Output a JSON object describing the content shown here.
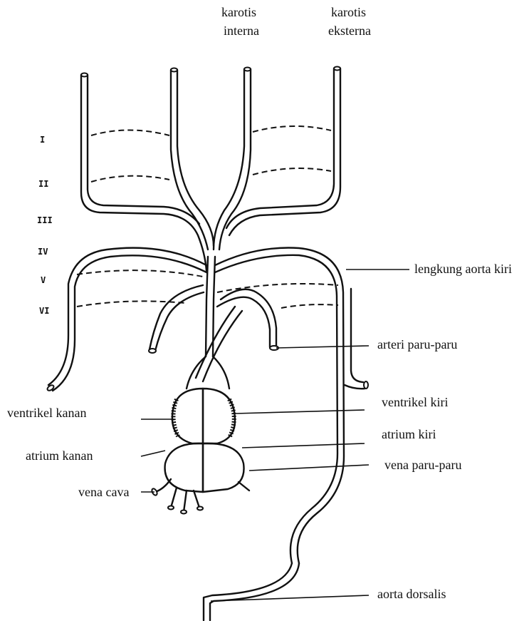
{
  "labels": {
    "karotis_interna": [
      "karotis",
      "interna"
    ],
    "karotis_eksterna": [
      "karotis",
      "eksterna"
    ],
    "lengkung_aorta_kiri": "lengkung aorta kiri",
    "arteri_paru_paru": "arteri paru-paru",
    "ventrikel_kiri": "ventrikel kiri",
    "atrium_kiri": "atrium kiri",
    "vena_paru_paru": "vena paru-paru",
    "ventrikel_kanan": "ventrikel kanan",
    "atrium_kanan": "atrium kanan",
    "vena_cava": "vena cava",
    "aorta_dorsalis": "aorta dorsalis"
  },
  "arch_numerals": [
    "I",
    "II",
    "III",
    "IV",
    "V",
    "VI"
  ]
}
